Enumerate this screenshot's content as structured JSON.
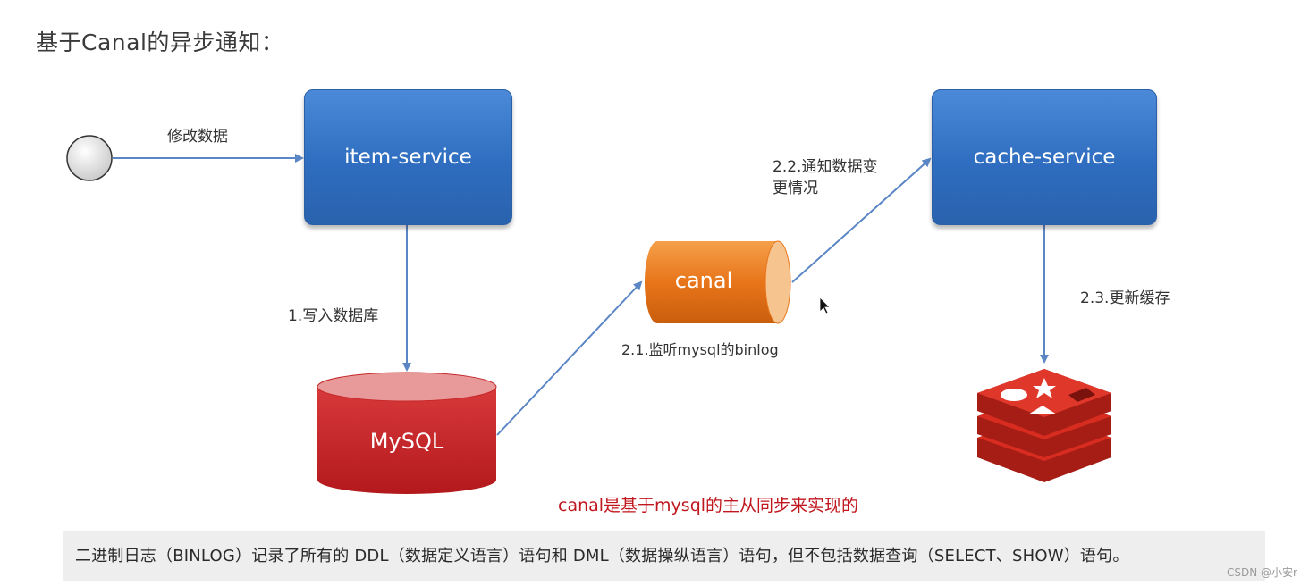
{
  "title": "基于Canal的异步通知：",
  "nodes": {
    "item_service": "item-service",
    "cache_service": "cache-service",
    "canal": "canal",
    "mysql": "MySQL"
  },
  "edges": {
    "modify_data": "修改数据",
    "write_db": "1.写入数据库",
    "listen_binlog": "2.1.监听mysql的binlog",
    "notify_change_line1": "2.2.通知数据变",
    "notify_change_line2": "更情况",
    "update_cache": "2.3.更新缓存"
  },
  "note": "canal是基于mysql的主从同步来实现的",
  "footer": "二进制日志（BINLOG）记录了所有的 DDL（数据定义语言）语句和 DML（数据操纵语言）语句，但不包括数据查询（SELECT、SHOW）语句。",
  "watermark": "CSDN @小安r",
  "colors": {
    "service_box": "#2f6dc0",
    "canal": "#e8751a",
    "mysql": "#c62828",
    "redis": "#d82c20",
    "arrow": "#5b86c5",
    "note": "#c0161d"
  }
}
